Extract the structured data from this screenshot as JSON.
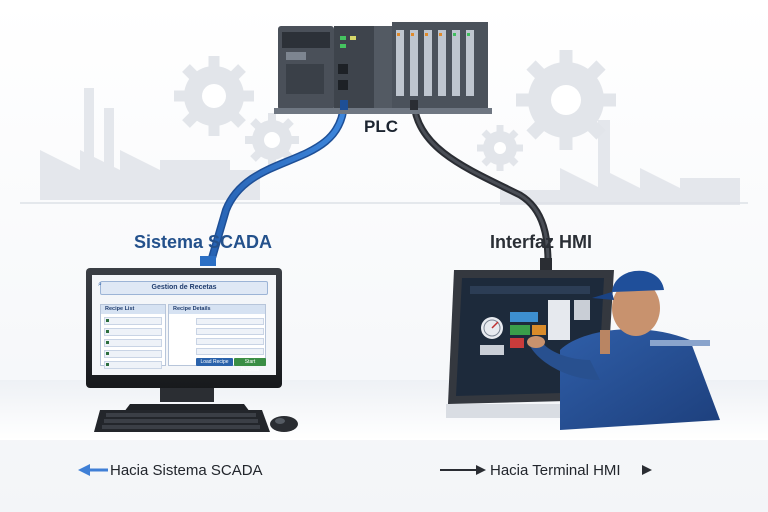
{
  "nodes": {
    "plc": "PLC",
    "scada": "Sistema SCADA",
    "hmi": "Interfaz HMI"
  },
  "captions": {
    "to_scada": "Hacia Sistema SCADA",
    "to_hmi": "Hacia Terminal HMI"
  },
  "scada_screen": {
    "title": "Gestion de Recetas",
    "panel_left": "Recipe List",
    "panel_right": "Recipe Details",
    "load_button": "Load Recipe",
    "start_button": "Start Process"
  },
  "colors": {
    "scada_cable": "#2c6fc4",
    "hmi_cable": "#2a2d33",
    "scada_title": "#24518c",
    "arrow_left": "#3f7fd6"
  }
}
